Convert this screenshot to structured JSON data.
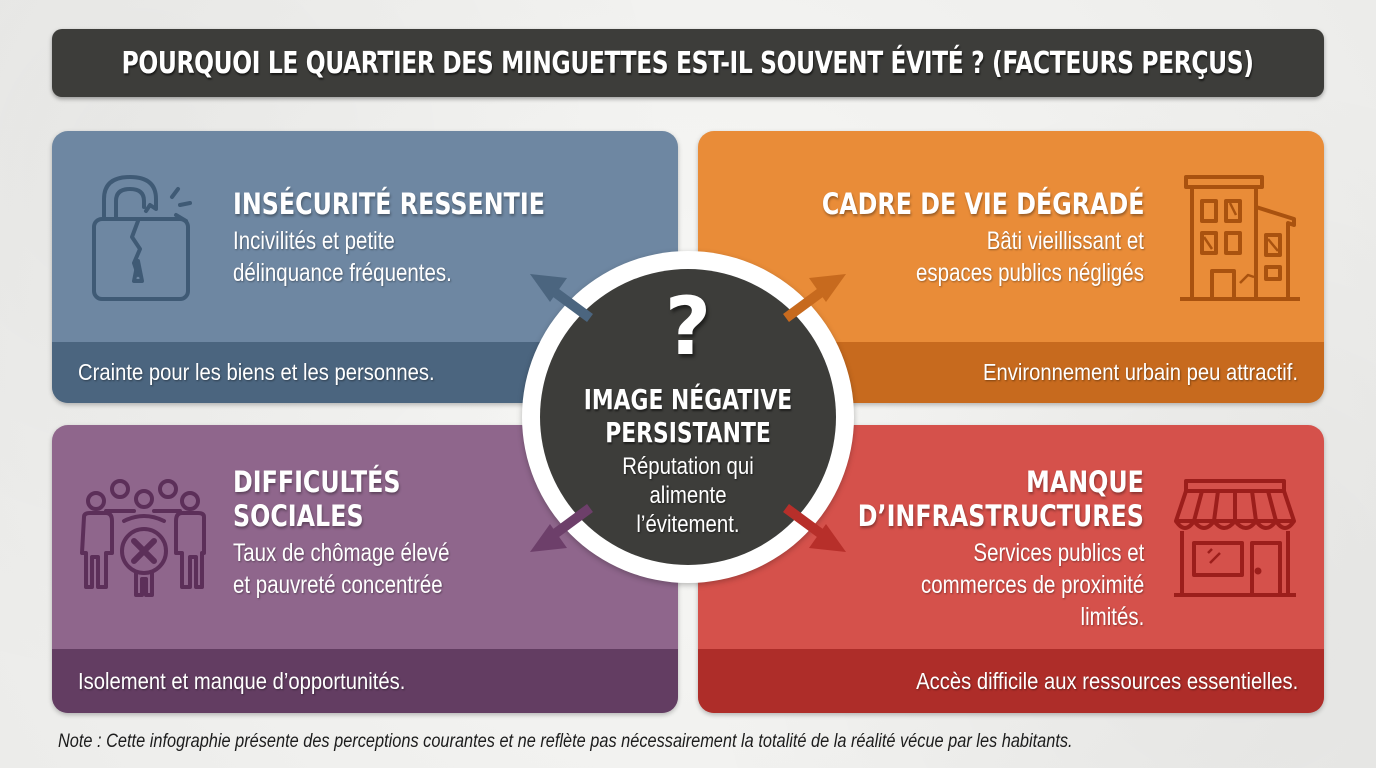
{
  "header": {
    "title": "POURQUOI LE QUARTIER DES MINGUETTES EST-IL SOUVENT ÉVITÉ ? (FACTEURS PERÇUS)"
  },
  "center": {
    "icon": "question-mark",
    "symbol": "?",
    "title_line1": "IMAGE NÉGATIVE",
    "title_line2": "PERSISTANTE",
    "desc_line1": "Réputation qui",
    "desc_line2": "alimente",
    "desc_line3": "l’évitement."
  },
  "panels": [
    {
      "position": "top-left",
      "icon": "broken-padlock-icon",
      "color": "#6e87a2",
      "band_color": "#4b657f",
      "title_lines": [
        "INSÉCURITÉ RESSENTIE"
      ],
      "desc_lines": [
        "Incivilités et petite",
        "délinquance fréquentes."
      ],
      "footer": "Crainte pour les biens et les personnes."
    },
    {
      "position": "top-right",
      "icon": "damaged-building-icon",
      "color": "#e98c38",
      "band_color": "#c76a1e",
      "title_lines": [
        "CADRE DE VIE DÉGRADÉ"
      ],
      "desc_lines": [
        "Bâti vieillissant et",
        "espaces publics négligés"
      ],
      "footer": "Environnement urbain peu attractif."
    },
    {
      "position": "bottom-left",
      "icon": "group-people-x-icon",
      "color": "#8f668c",
      "band_color": "#633d62",
      "title_lines": [
        "DIFFICULTÉS",
        "SOCIALES"
      ],
      "desc_lines": [
        "Taux de chômage élevé",
        "et pauvreté concentrée"
      ],
      "footer": "Isolement et manque d’opportunités."
    },
    {
      "position": "bottom-right",
      "icon": "storefront-icon",
      "color": "#d5514b",
      "band_color": "#ae2d29",
      "title_lines": [
        "MANQUE",
        "D’INFRASTRUCTURES"
      ],
      "desc_lines": [
        "Services publics et",
        "commerces de proximité",
        "limités."
      ],
      "footer": "Accès difficile aux ressources essentielles."
    }
  ],
  "footer_note": "Note : Cette infographie présente des perceptions courantes et ne reflète pas nécessairement la totalité de la réalité vécue par les habitants.",
  "colors": {
    "title_bar": "#3d3d3a",
    "center_disc": "#3d3d3a",
    "background": "#f1f1ef"
  }
}
